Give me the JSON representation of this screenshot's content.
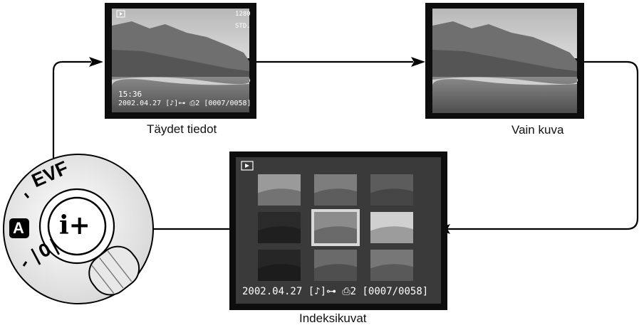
{
  "screens": {
    "full_info": {
      "caption": "Täydet tiedot",
      "osd": {
        "resolution": "1280",
        "quality": "STD.",
        "time": "15:36",
        "status_line": "2002.04.27 [♪]⊶ ⎙2 [0007/0058]"
      }
    },
    "image_only": {
      "caption": "Vain kuva"
    },
    "index": {
      "caption": "Indeksikuvat",
      "status_line": "2002.04.27 [♪]⊶ ⎙2 [0007/0058]",
      "selected_thumbnail": 5,
      "thumbnail_count": 9
    }
  },
  "dial": {
    "labels": [
      "EVF",
      "A",
      "i+",
      "|O|"
    ]
  },
  "colors": {
    "frame": "#0d0d0d",
    "screen_bg": "#3a3a3a",
    "line": "#000000"
  }
}
